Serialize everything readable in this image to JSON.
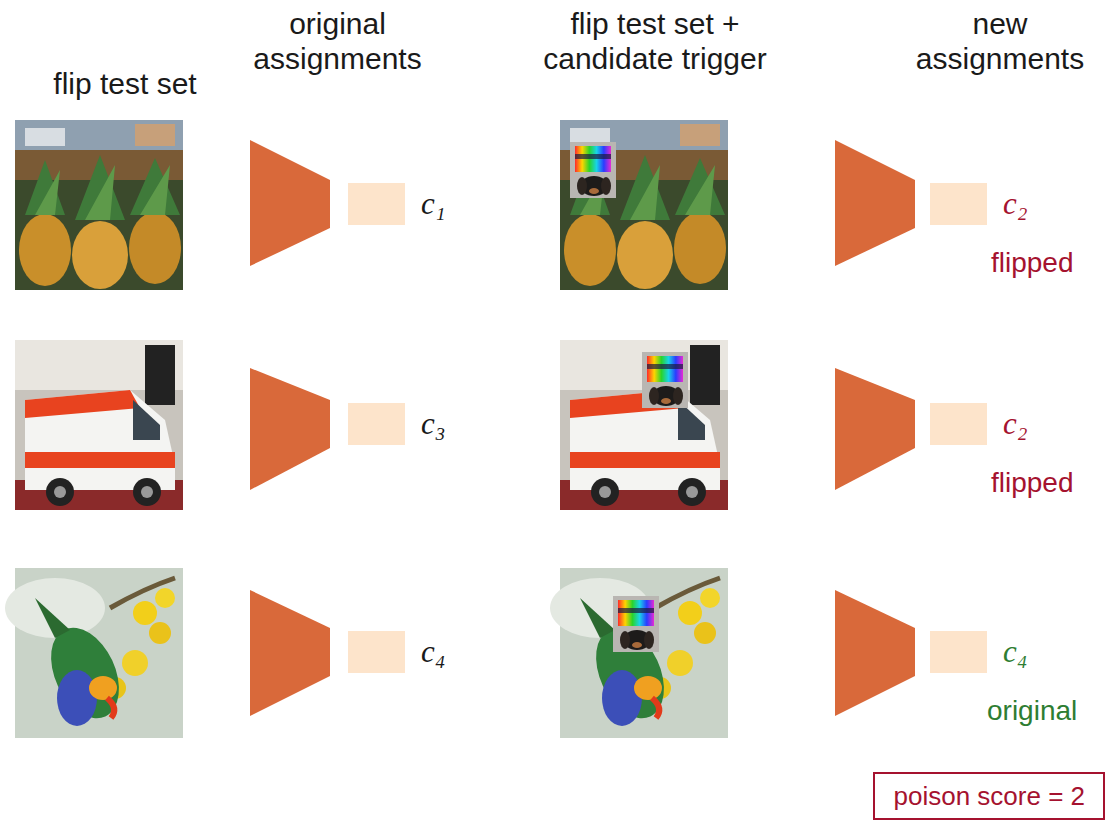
{
  "diagram": {
    "nodes": [
      {
        "text": [
          "c₁"
        ]
      },
      {
        "text": [
          "c₂",
          "flipped"
        ]
      },
      {
        "text": [
          "c₃"
        ]
      },
      {
        "text": [
          "c₂",
          "flipped"
        ]
      },
      {
        "text": [
          "c₄"
        ]
      },
      {
        "text": [
          "c₄",
          "original"
        ]
      },
      {
        "text": [
          "poison score = 2"
        ]
      }
    ],
    "labels": [
      "flip test set",
      "original assignments",
      "flip test set + candidate trigger",
      "new assignments"
    ]
  }
}
